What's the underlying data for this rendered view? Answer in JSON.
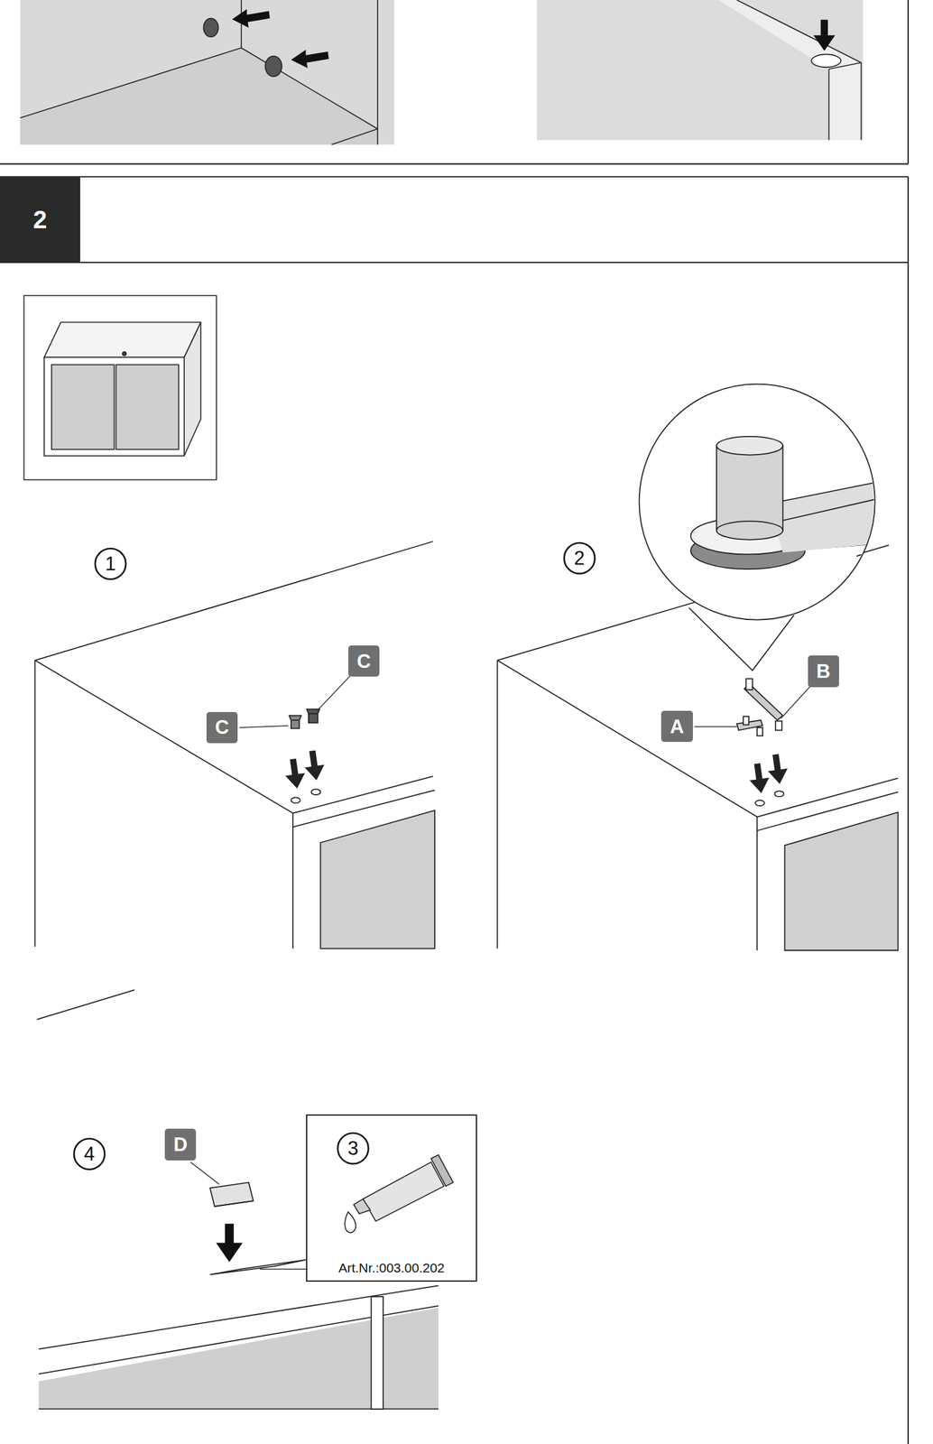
{
  "diagram": {
    "nodes": [
      {
        "text": [
          "2"
        ]
      },
      {
        "text": [
          "1"
        ]
      },
      {
        "text": [
          "C"
        ]
      },
      {
        "text": [
          "C"
        ]
      },
      {
        "text": [
          "2"
        ]
      },
      {
        "text": [
          "B"
        ]
      },
      {
        "text": [
          "A"
        ]
      },
      {
        "text": [
          "4"
        ]
      },
      {
        "text": [
          "D"
        ]
      },
      {
        "text": [
          "Art.Nr.:003.00.202"
        ]
      },
      {
        "text": [
          "3"
        ],
        "in": 9
      }
    ]
  }
}
